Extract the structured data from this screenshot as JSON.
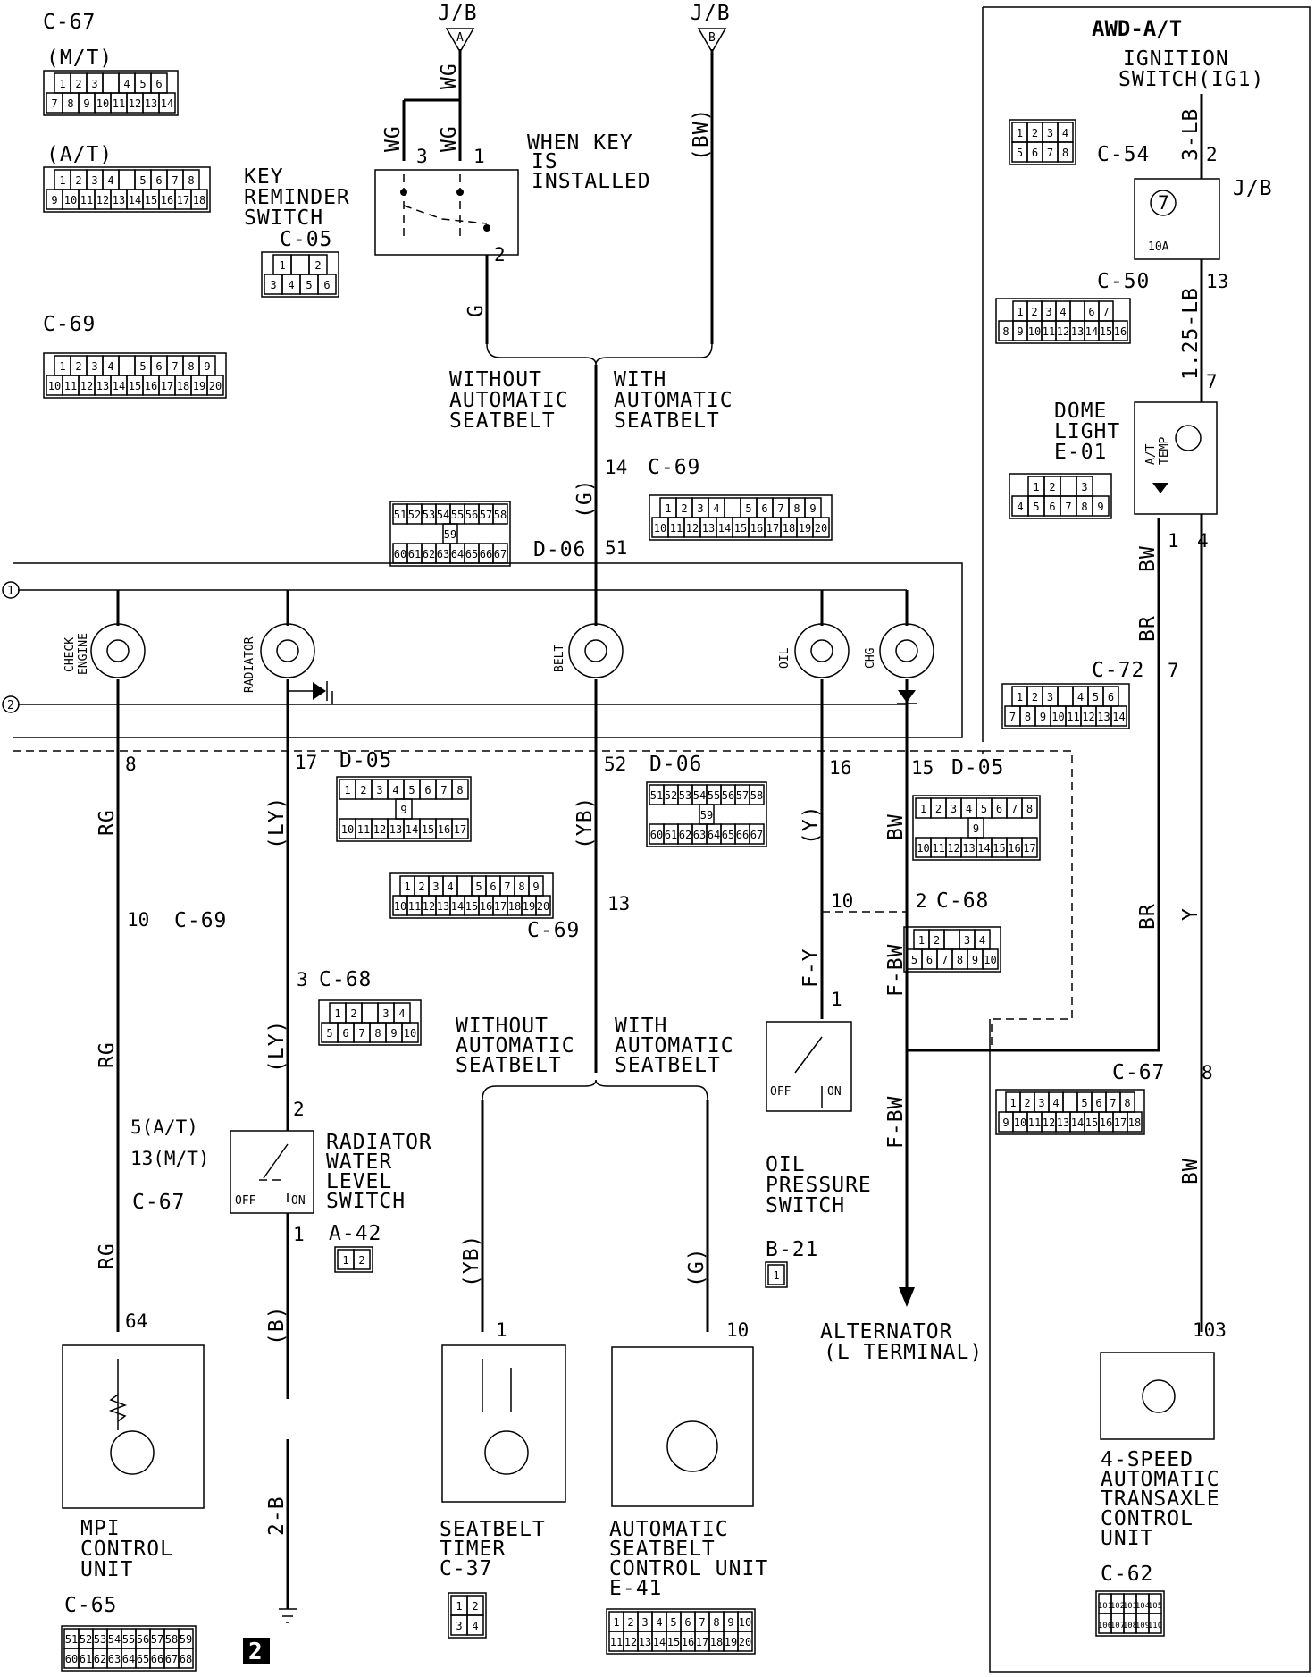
{
  "header_left": {
    "connector_top": "C-67",
    "mt_label": "(M/T)",
    "at_label": "(A/T)",
    "key_reminder": {
      "lines": [
        "KEY",
        "REMINDER",
        "SWITCH"
      ],
      "code": "C-05"
    },
    "connector_c69": "C-69"
  },
  "jb": {
    "a_label": "J/B",
    "a_pin": "A",
    "b_label": "J/B",
    "b_pin": "B"
  },
  "wires": {
    "wg1": "WG",
    "wg2": "WG",
    "wg3": "WG",
    "bw_top": "(BW)",
    "g_top": "G",
    "g_mid": "(G)",
    "rg1": "RG",
    "rg2": "RG",
    "rg3": "RG",
    "ly1": "(LY)",
    "ly2": "(LY)",
    "yb1": "(YB)",
    "yb2": "(YB)",
    "y1": "(Y)",
    "fy": "F-Y",
    "bw_mid": "BW",
    "fbw1": "F-BW",
    "fbw2": "F-BW",
    "b": "(B)",
    "b2": "2-B",
    "g_bot": "(G)",
    "lb3": "3-LB",
    "lb125": "1.25-LB",
    "bw_r1": "BW",
    "br_r1": "BR",
    "br_r2": "BR",
    "y_r": "Y",
    "bw_r2": "BW"
  },
  "switch_note": [
    "WHEN KEY",
    "IS",
    "INSTALLED"
  ],
  "pins": {
    "p3": "3",
    "p1": "1",
    "p2": "2",
    "p14": "14",
    "p51": "51",
    "p8": "8",
    "p17": "17",
    "p52": "52",
    "p16": "16",
    "p15": "15",
    "p10": "10",
    "p3b": "3",
    "p13": "13",
    "p10b": "10",
    "p2b": "2",
    "p1b": "1",
    "p2c": "2",
    "p1c": "1",
    "p1d": "1",
    "p10c": "10",
    "p64": "64",
    "p103": "103",
    "p2r": "2",
    "p13r": "13",
    "p7r": "7",
    "p1r": "1",
    "p4r": "4",
    "p7b": "7",
    "p8r": "8",
    "p5at": "5(A/T)",
    "p13mt": "13(M/T)"
  },
  "seatbelt_top": {
    "without": [
      "WITHOUT",
      "AUTOMATIC",
      "SEATBELT"
    ],
    "with": [
      "WITH",
      "AUTOMATIC",
      "SEATBELT"
    ]
  },
  "seatbelt_bot": {
    "without": [
      "WITHOUT",
      "AUTOMATIC",
      "SEATBELT"
    ],
    "with": [
      "WITH",
      "AUTOMATIC",
      "SEATBELT"
    ]
  },
  "connectors": {
    "c69a": "C-69",
    "d06a": "D-06",
    "d05a": "D-05",
    "d06b": "D-06",
    "c69b": "C-69",
    "c68a": "C-68",
    "c68b": "C-68",
    "c69c": "C-69",
    "c67b": "C-67",
    "a42": "A-42",
    "b21": "B-21",
    "d05b": "D-05",
    "c54": "C-54",
    "c50": "C-50",
    "e01": "E-01",
    "c72": "C-72",
    "c67r": "C-67",
    "c65": "C-65",
    "c37": "C-37",
    "e41": "E-41",
    "c62": "C-62"
  },
  "lamps": {
    "check": [
      "CHECK",
      "ENGINE"
    ],
    "radiator": "RADIATOR",
    "belt": "BELT",
    "oil": "OIL",
    "chg": "CHG"
  },
  "bus_markers": [
    "1",
    "2"
  ],
  "components": {
    "radiator_switch": [
      "RADIATOR",
      "WATER",
      "LEVEL",
      "SWITCH"
    ],
    "oil_switch": [
      "OIL",
      "PRESSURE",
      "SWITCH"
    ],
    "alternator": [
      "ALTERNATOR",
      "(L TERMINAL)"
    ],
    "mpi": [
      "MPI",
      "CONTROL",
      "UNIT"
    ],
    "seatbelt_timer": [
      "SEATBELT",
      "TIMER"
    ],
    "auto_seatbelt": [
      "AUTOMATIC",
      "SEATBELT",
      "CONTROL UNIT"
    ],
    "transaxle": [
      "4-SPEED",
      "AUTOMATIC",
      "TRANSAXLE",
      "CONTROL",
      "UNIT"
    ],
    "off": "OFF",
    "on": "ON",
    "ground_ref": "2"
  },
  "awd": {
    "title": "AWD-A/T",
    "ignition": [
      "IGNITION",
      "SWITCH(IG1)"
    ],
    "jb": "J/B",
    "fuse_num": "7",
    "fuse_amp": "10A",
    "dome": [
      "DOME",
      "LIGHT"
    ],
    "at_temp": [
      "A/T",
      "TEMP"
    ]
  },
  "cells": {
    "c67_mt_r1": [
      "1",
      "2",
      "3",
      "",
      "4",
      "5",
      "6"
    ],
    "c67_mt_r2": [
      "7",
      "8",
      "9",
      "10",
      "11",
      "12",
      "13",
      "14"
    ],
    "c67_at_r1": [
      "1",
      "2",
      "3",
      "4",
      "",
      "5",
      "6",
      "7",
      "8"
    ],
    "c67_at_r2": [
      "9",
      "10",
      "11",
      "12",
      "13",
      "14",
      "15",
      "16",
      "17",
      "18"
    ],
    "c05_r1": [
      "1",
      "",
      "2"
    ],
    "c05_r2": [
      "3",
      "4",
      "5",
      "6"
    ],
    "c69_r1": [
      "1",
      "2",
      "3",
      "4",
      "",
      "5",
      "6",
      "7",
      "8",
      "9"
    ],
    "c69_r2": [
      "10",
      "11",
      "12",
      "13",
      "14",
      "15",
      "16",
      "17",
      "18",
      "19",
      "20"
    ],
    "d06_r1": [
      "51",
      "52",
      "53",
      "54",
      "55",
      "56",
      "57",
      "58"
    ],
    "d06_mid": [
      "59"
    ],
    "d06_r2": [
      "60",
      "61",
      "62",
      "63",
      "64",
      "65",
      "66",
      "67"
    ],
    "d05_r1": [
      "1",
      "2",
      "3",
      "4",
      "5",
      "6",
      "7",
      "8"
    ],
    "d05_mid": [
      "9"
    ],
    "d05_r2": [
      "10",
      "11",
      "12",
      "13",
      "14",
      "15",
      "16",
      "17"
    ],
    "c68_r1": [
      "1",
      "2",
      "",
      "3",
      "4"
    ],
    "c68_r2": [
      "5",
      "6",
      "7",
      "8",
      "9",
      "10"
    ],
    "a42": [
      "1",
      "2"
    ],
    "b21": [
      "1"
    ],
    "c54_r1": [
      "1",
      "2",
      "3",
      "4"
    ],
    "c54_r2": [
      "5",
      "6",
      "7",
      "8"
    ],
    "c50_r1": [
      "1",
      "2",
      "3",
      "4",
      "",
      "6",
      "7"
    ],
    "c50_r2": [
      "8",
      "9",
      "10",
      "11",
      "12",
      "13",
      "14",
      "15",
      "16"
    ],
    "e01_r1": [
      "1",
      "2",
      "",
      "3"
    ],
    "e01_r2": [
      "4",
      "5",
      "6",
      "7",
      "8",
      "9"
    ],
    "c72_r1": [
      "1",
      "2",
      "3",
      "",
      "4",
      "5",
      "6"
    ],
    "c72_r2": [
      "7",
      "8",
      "9",
      "10",
      "11",
      "12",
      "13",
      "14"
    ],
    "c65_r1": [
      "51",
      "52",
      "53",
      "54",
      "55",
      "56",
      "57",
      "58",
      "59"
    ],
    "c65_r2": [
      "60",
      "61",
      "62",
      "63",
      "64",
      "65",
      "66",
      "67",
      "68"
    ],
    "c37_r1": [
      "1",
      "2"
    ],
    "c37_r2": [
      "3",
      "4"
    ],
    "e41_r1": [
      "1",
      "2",
      "3",
      "4",
      "5",
      "6",
      "7",
      "8",
      "9",
      "10"
    ],
    "e41_r2": [
      "11",
      "12",
      "13",
      "14",
      "15",
      "16",
      "17",
      "18",
      "19",
      "20"
    ],
    "c62_r1": [
      "101",
      "102",
      "103",
      "104",
      "105"
    ],
    "c62_r2": [
      "106",
      "107",
      "108",
      "109",
      "110"
    ]
  }
}
